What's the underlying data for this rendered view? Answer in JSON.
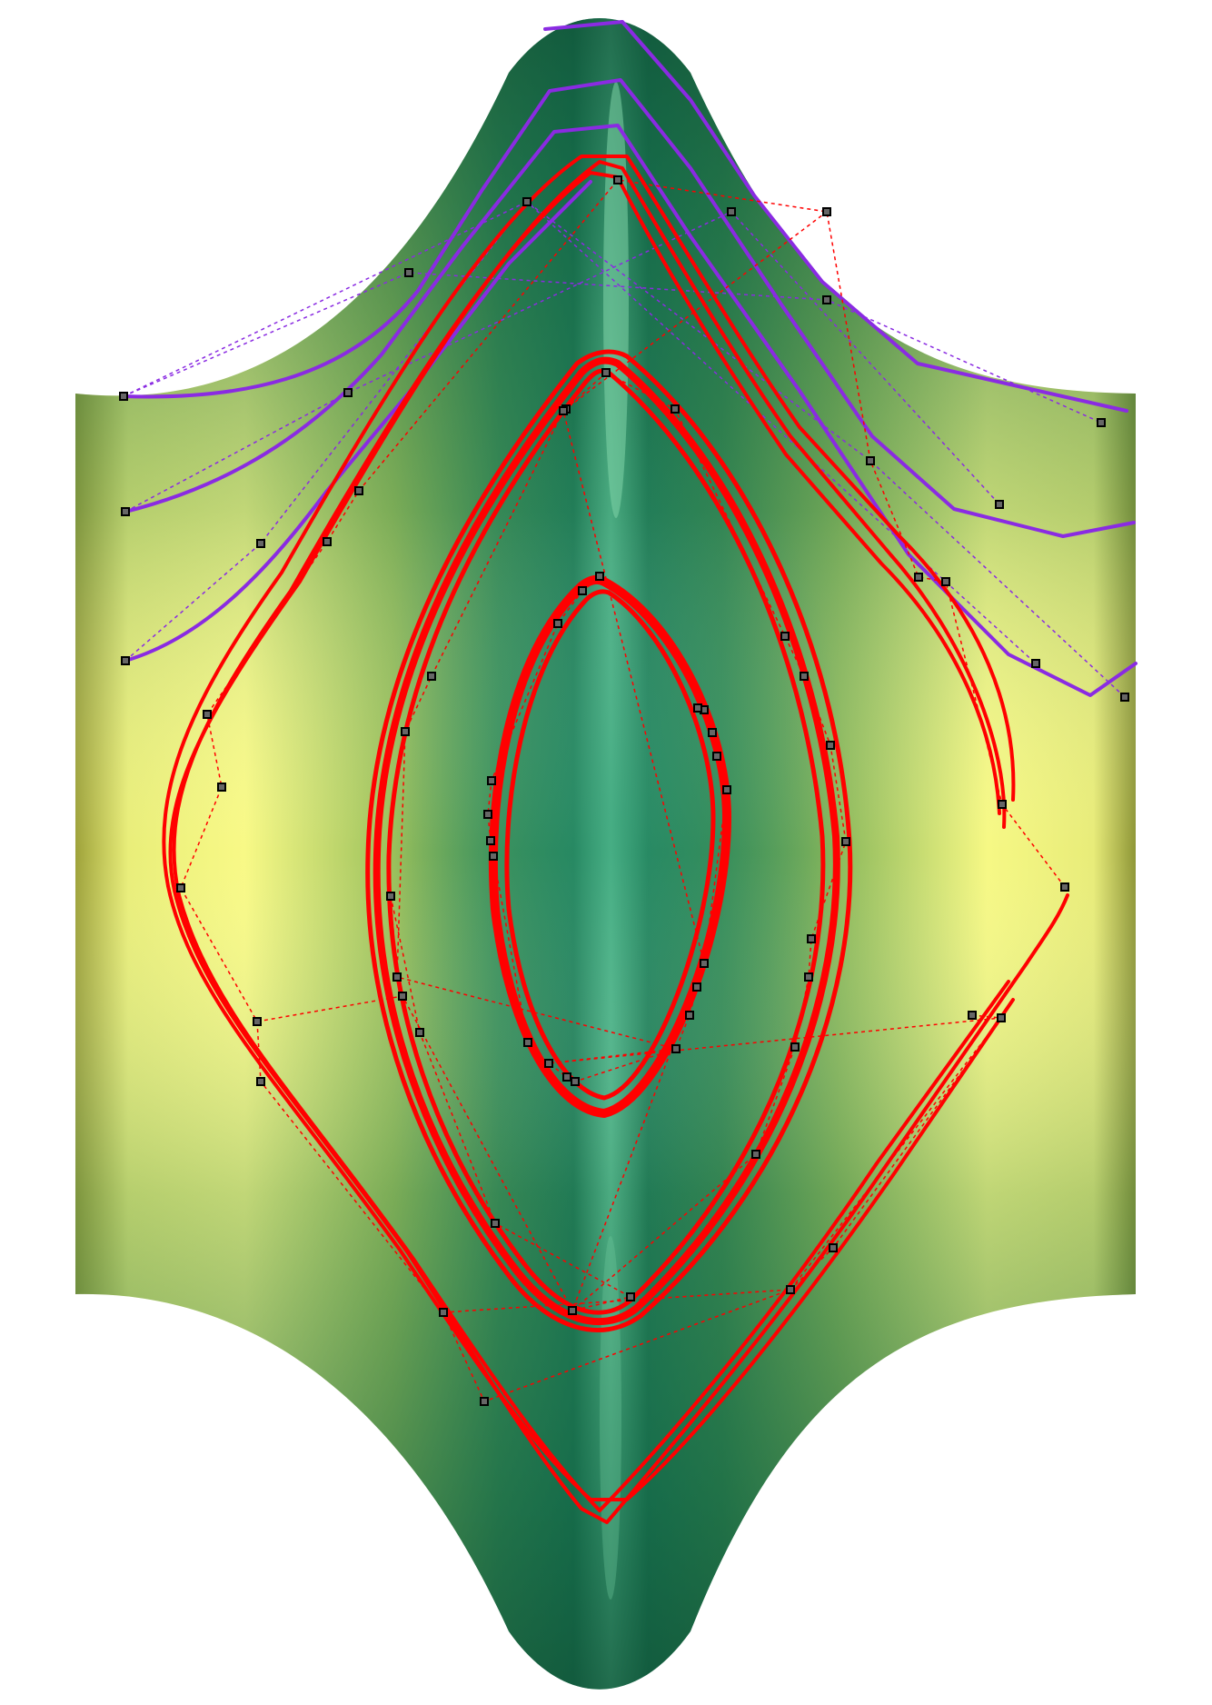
{
  "figure": {
    "kind": "surface-with-curves",
    "surface": {
      "colors": {
        "edge_yellow": "#f6f77f",
        "edge_olive": "#a9ad3e",
        "ridge_dark": "#0c5e3f",
        "ridge_mid": "#2f8c5d",
        "ridge_highlight": "#6cc79a",
        "basin_light": "#bde58f"
      }
    },
    "curve_families": [
      {
        "name": "",
        "color": "#8a2be2",
        "count": 6,
        "style": "open"
      },
      {
        "name": "",
        "color": "#ff0000",
        "count": 8,
        "style": "closed-and-open"
      }
    ],
    "control_polygon": {
      "marker_shape": "square",
      "marker_fill": "#666666",
      "marker_stroke": "#000000",
      "line_style": "dashed"
    }
  }
}
